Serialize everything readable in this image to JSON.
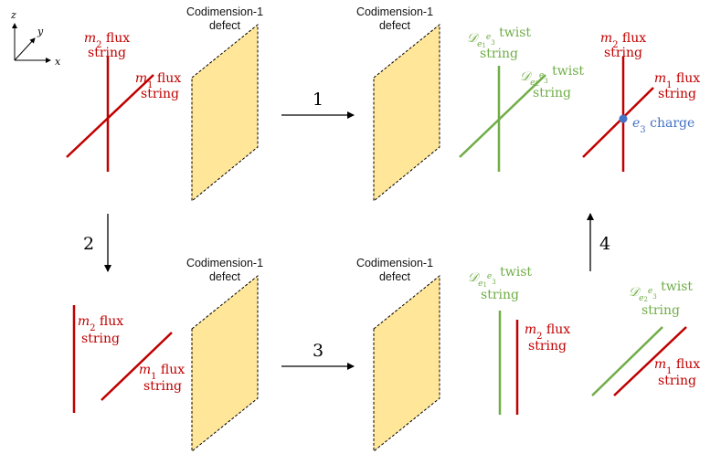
{
  "colors": {
    "flux": "#c00000",
    "twist": "#70ad47",
    "charge": "#4472c4",
    "defect_fill": "#ffe699",
    "ink": "#000000"
  },
  "axes": {
    "z": "z",
    "y": "y",
    "x": "x"
  },
  "defect_label_line1": "Codimension-1",
  "defect_label_line2": "defect",
  "steps": {
    "s1": "1",
    "s2": "2",
    "s3": "3",
    "s4": "4"
  },
  "flux_labels": {
    "m1_sym": "m",
    "m1_sub": "1",
    "m2_sym": "m",
    "m2_sub": "2",
    "word_flux": "flux",
    "word_string": "string"
  },
  "twist_labels": {
    "D_sym": "𝒟",
    "e_sym": "e",
    "sub_1": "1",
    "sub_2": "2",
    "sub_3": "3",
    "word_twist": "twist",
    "word_string": "string"
  },
  "charge_label": {
    "e_sym": "e",
    "sub": "3",
    "word": "charge"
  }
}
